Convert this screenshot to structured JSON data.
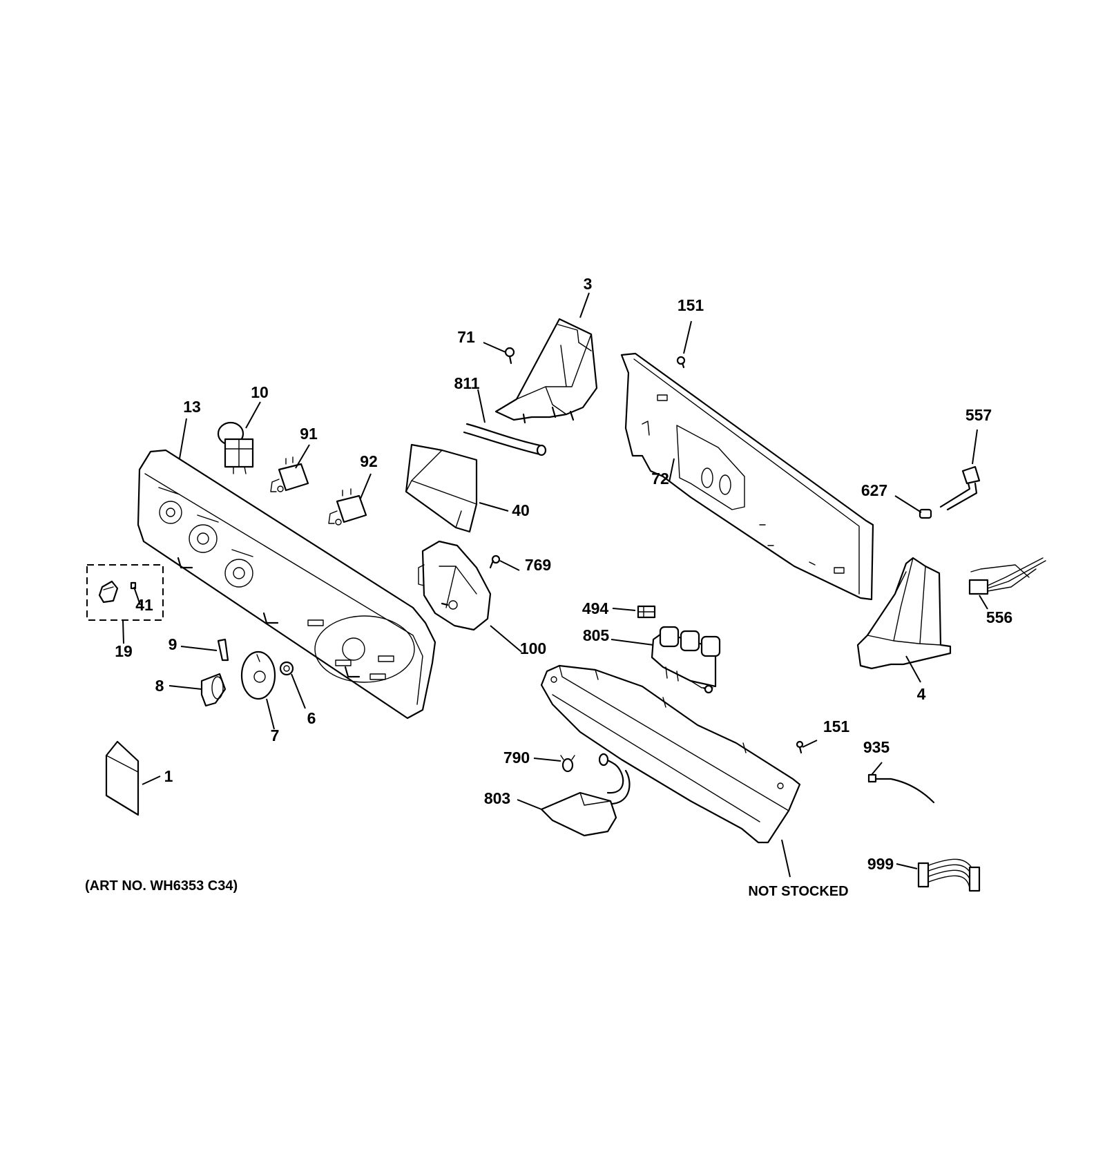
{
  "labels": {
    "p1": "1",
    "p3": "3",
    "p4": "4",
    "p6": "6",
    "p7": "7",
    "p8": "8",
    "p9": "9",
    "p10": "10",
    "p13": "13",
    "p19": "19",
    "p40": "40",
    "p41": "41",
    "p71": "71",
    "p72": "72",
    "p91": "91",
    "p92": "92",
    "p100": "100",
    "p151a": "151",
    "p151b": "151",
    "p494": "494",
    "p556": "556",
    "p557": "557",
    "p627": "627",
    "p769": "769",
    "p790": "790",
    "p803": "803",
    "p805": "805",
    "p811": "811",
    "p935": "935",
    "p999": "999"
  },
  "notes": {
    "not_stocked": "NOT STOCKED",
    "art_no": "(ART NO. WH6353 C34)"
  }
}
